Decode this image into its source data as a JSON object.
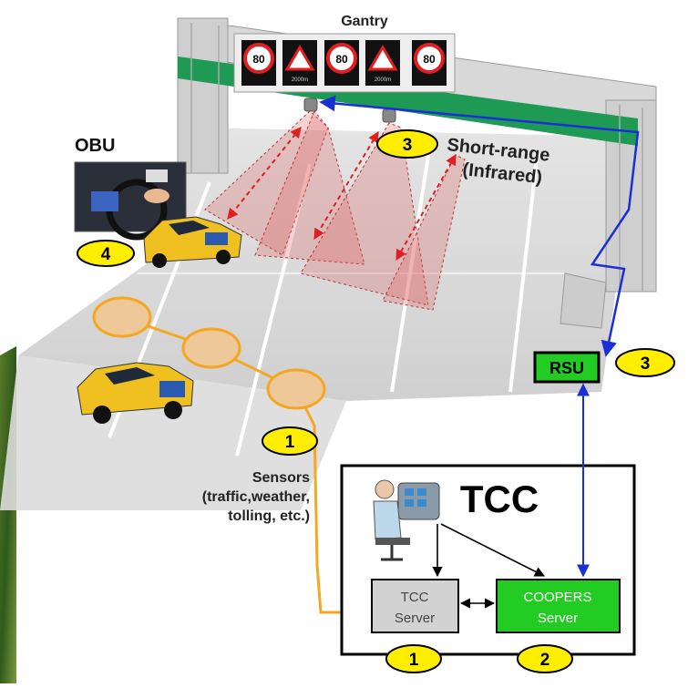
{
  "gantry": {
    "title": "Gantry",
    "signs": [
      {
        "kind": "speed",
        "value": "80"
      },
      {
        "kind": "warning",
        "value": "2000m"
      },
      {
        "kind": "speed",
        "value": "80"
      },
      {
        "kind": "warning",
        "value": "2000m"
      },
      {
        "kind": "speed",
        "value": "80"
      }
    ]
  },
  "obu": {
    "label": "OBU",
    "badge": "4"
  },
  "short_range": {
    "badge": "3",
    "line1": "Short-range",
    "line2": "(Infrared)"
  },
  "rsu": {
    "label": "RSU",
    "badge": "3"
  },
  "sensors": {
    "badge": "1",
    "line1": "Sensors",
    "line2": "(traffic,weather,",
    "line3": "tolling, etc.)"
  },
  "tcc": {
    "title": "TCC",
    "tcc_server": {
      "line1": "TCC",
      "line2": "Server",
      "badge": "1"
    },
    "coopers_server": {
      "line1": "COOPERS",
      "line2": "Server",
      "badge": "2"
    }
  },
  "colors": {
    "badge_fill": "#ffee00",
    "green_box": "#22cc22",
    "gantry_band": "#1f9a55",
    "signal_red": "#e02020",
    "link_blue": "#1a2fd6",
    "sensor_orange": "#f5a623",
    "car_yellow": "#f0c020"
  }
}
